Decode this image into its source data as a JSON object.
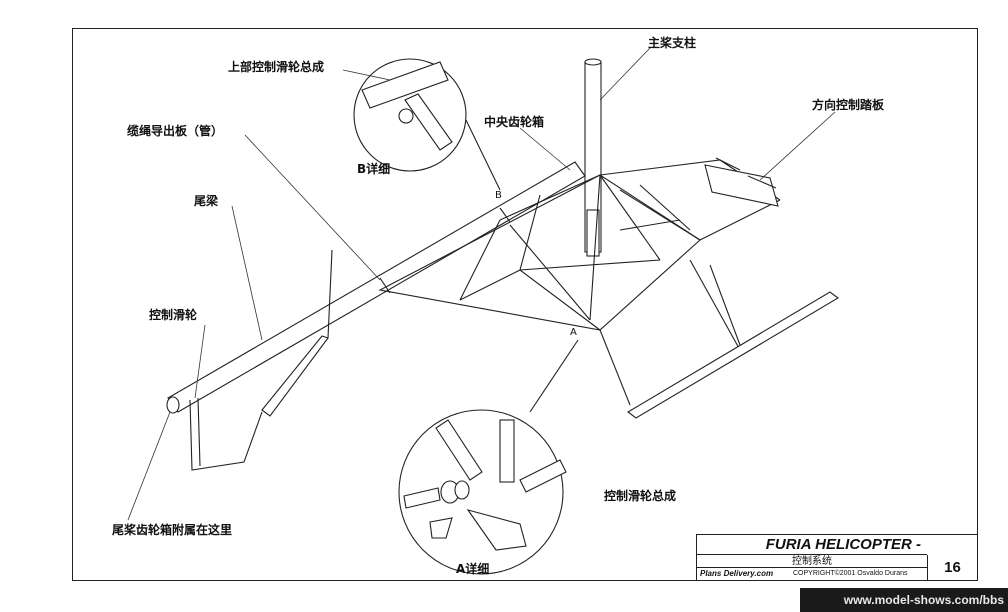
{
  "labels": {
    "main_rotor_mast": "主桨支柱",
    "upper_pulley_assembly": "上部控制滑轮总成",
    "central_gearbox": "中央齿轮箱",
    "rudder_pedal": "方向控制踏板",
    "cable_guide_plate": "缆绳导出板（管）",
    "detail_b": "B详细",
    "tail_boom": "尾梁",
    "control_pulley": "控制滑轮",
    "control_pulley_assembly": "控制滑轮总成",
    "tail_gearbox_note": "尾桨齿轮箱附属在这里",
    "detail_a": "A详细",
    "point_a": "A",
    "point_b": "B"
  },
  "title_block": {
    "title": "FURIA HELICOPTER -",
    "subtitle": "控制系统",
    "publisher": "Plans Delivery.com",
    "copyright": "COPYRIGHT©2001 Osvaldo Durans",
    "sheet_number": "16"
  },
  "watermark": "www.model-shows.com/bbs"
}
